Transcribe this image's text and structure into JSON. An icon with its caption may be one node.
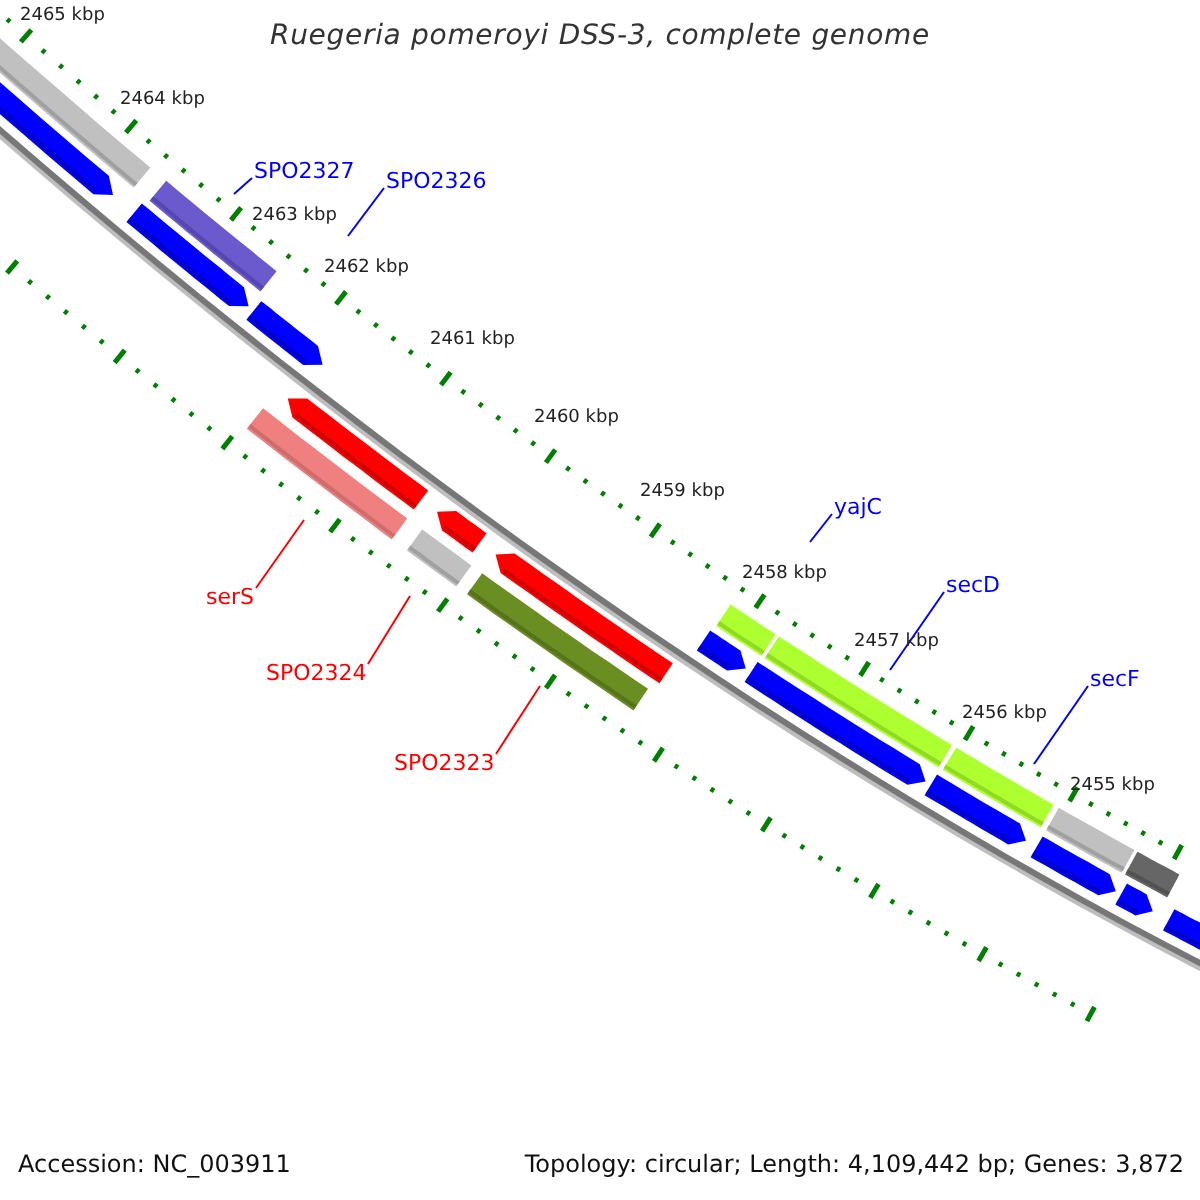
{
  "diagram": {
    "title": "Ruegeria pomeroyi DSS-3, complete genome",
    "nodes": [
      {
        "text": [
          "SPO2327"
        ]
      },
      {
        "text": [
          "SPO2326"
        ]
      },
      {
        "text": [
          "yajC"
        ]
      },
      {
        "text": [
          "secD"
        ]
      },
      {
        "text": [
          "serS"
        ]
      },
      {
        "text": [
          "SPO2324"
        ]
      },
      {
        "text": [
          "secF"
        ]
      },
      {
        "text": [
          "SPO2323"
        ]
      }
    ],
    "edges": [
      {
        "from": 0,
        "to": null,
        "arrow": "none"
      },
      {
        "from": 1,
        "to": null,
        "arrow": "none"
      },
      {
        "from": 2,
        "to": null,
        "arrow": "none"
      },
      {
        "from": 3,
        "to": null,
        "arrow": "none"
      },
      {
        "from": 4,
        "to": null,
        "arrow": "none",
        "color": "#ff0000"
      },
      {
        "from": 5,
        "to": null,
        "arrow": "none",
        "color": "#ff0000"
      },
      {
        "from": 6,
        "to": null,
        "arrow": "none"
      },
      {
        "from": 7,
        "to": null,
        "arrow": "none",
        "color": "#ff0000"
      }
    ],
    "labels": [
      "2465 kbp",
      "2464 kbp",
      "2463 kbp",
      "2462 kbp",
      "2461 kbp",
      "2460 kbp",
      "2459 kbp",
      "2458 kbp",
      "2457 kbp",
      "2456 kbp",
      "2455 kbp",
      "Accession: NC_003911",
      "Topology: circular; Length: 4,109,442 bp; Genes: 3,872"
    ]
  }
}
